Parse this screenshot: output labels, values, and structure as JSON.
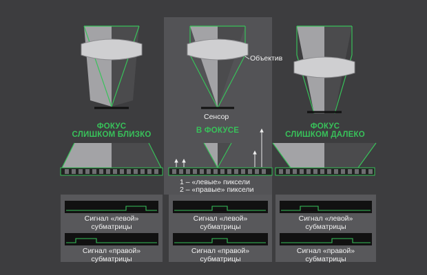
{
  "labels": {
    "lens": "Объектив",
    "sensor": "Сенсор",
    "legend_left": "1 – «левые» пиксели",
    "legend_right": "2 – «правые» пиксели"
  },
  "columns": [
    {
      "title_line1": "ФОКУС",
      "title_line2": "СЛИШКОМ БЛИЗКО",
      "signal_left_line1": "Сигнал «левой»",
      "signal_left_line2": "субматрицы",
      "signal_right_line1": "Сигнал «правой»",
      "signal_right_line2": "субматрицы"
    },
    {
      "title_line1": "В ФОКУСЕ",
      "title_line2": "",
      "signal_left_line1": "Сигнал «левой»",
      "signal_left_line2": "субматрицы",
      "signal_right_line1": "Сигнал «правой»",
      "signal_right_line2": "субматрицы"
    },
    {
      "title_line1": "ФОКУС",
      "title_line2": "СЛИШКОМ ДАЛЕКО",
      "signal_left_line1": "Сигнал «левой»",
      "signal_left_line2": "субматрицы",
      "signal_right_line1": "Сигнал «правой»",
      "signal_right_line2": "субматрицы"
    }
  ],
  "colors": {
    "background": "#3d3d3f",
    "highlight_column": "#535356",
    "accent_green": "#38c25a",
    "light_beam": "#9a9a9d",
    "dark_beam": "#4a4a4c",
    "signal_bg": "#111111",
    "panel_bg": "#58585b"
  }
}
